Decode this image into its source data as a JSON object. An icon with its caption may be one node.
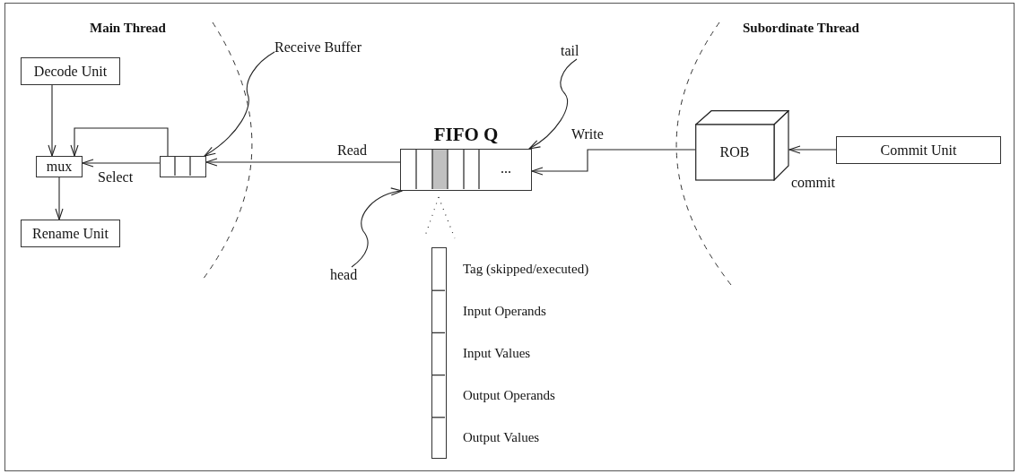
{
  "diagram": {
    "nodes": [
      {
        "text": [
          "Decode Unit"
        ]
      },
      {
        "text": [
          "mux"
        ]
      },
      {
        "text": [
          "Rename Unit"
        ]
      },
      {
        "text": [
          "Receive Buffer"
        ]
      },
      {
        "text": [],
        "shape": "box"
      },
      {
        "text": [
          "FIFO Q",
          "..."
        ]
      },
      {
        "text": [
          "tail"
        ]
      },
      {
        "text": [
          "head"
        ]
      },
      {
        "text": [
          "ROB"
        ]
      },
      {
        "text": [
          "Commit Unit"
        ]
      },
      {
        "text": [],
        "shape": "bar",
        "beside": [
          "Tag (skipped/executed)",
          "Input Operands",
          "Input Values",
          "Output Operands",
          "Output Values"
        ]
      }
    ],
    "edges": [
      {
        "from": 0,
        "to": 1,
        "arrow": "to"
      },
      {
        "from": 4,
        "to": 1,
        "arrow": "to",
        "label": "Select"
      },
      {
        "from": 4,
        "to": 1,
        "arrow": "to"
      },
      {
        "from": 1,
        "to": 2,
        "arrow": "to"
      },
      {
        "from": 5,
        "to": 4,
        "arrow": "to",
        "label": "Read"
      },
      {
        "from": 8,
        "to": 5,
        "arrow": "to",
        "label": "Write"
      },
      {
        "from": 9,
        "to": 8,
        "arrow": "to",
        "label": "commit"
      },
      {
        "from": 3,
        "to": 4,
        "arrow": "to"
      },
      {
        "from": 6,
        "to": 5,
        "arrow": "to"
      },
      {
        "from": 7,
        "to": 5,
        "arrow": "to"
      }
    ],
    "labels": [
      "Main Thread",
      "Subordinate Thread"
    ]
  }
}
